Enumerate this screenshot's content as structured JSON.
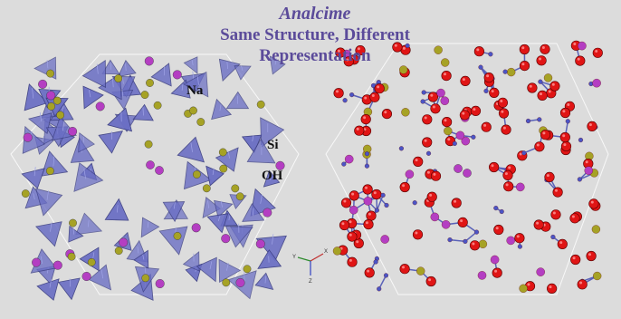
{
  "title": {
    "name": "Analcime",
    "subtitle_line1": "Same Structure, Different",
    "subtitle_line2": "Representation"
  },
  "labels": {
    "na": "Na",
    "si": "Si",
    "oh": "OH"
  },
  "axis_indicator": {
    "x": "X",
    "y": "Y",
    "z": "Z"
  },
  "colors": {
    "background": "#dcdcdc",
    "title": "#5b4b9a",
    "polyhedra": "#6b6fc4",
    "polyhedra_edge": "#3a3d80",
    "sodium": "#b43ec2",
    "silicon": "#a6a225",
    "oxygen": "#e01515",
    "hydrogen": "#4b55c6",
    "bond": "#5a62b8"
  }
}
